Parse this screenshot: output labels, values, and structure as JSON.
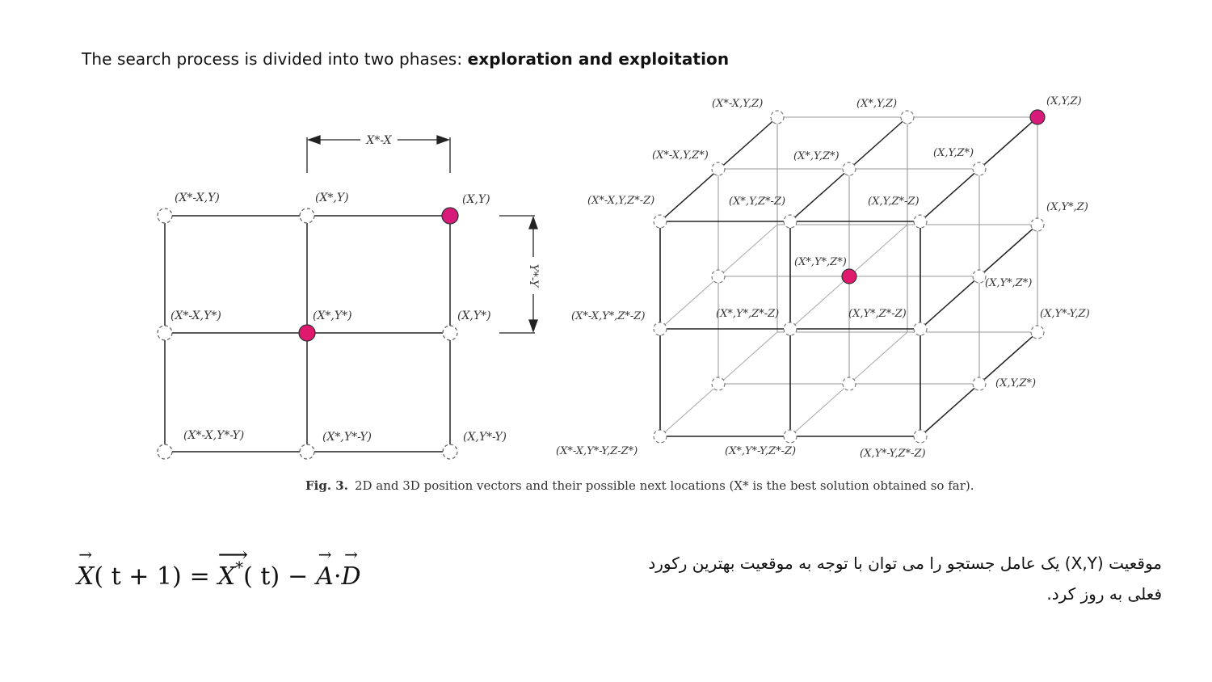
{
  "heading": {
    "normal": "The search process is divided into two phases: ",
    "bold": "exploration and exploitation"
  },
  "figure_2d": {
    "dim_x": "X*-X",
    "dim_y": "Y*-Y",
    "labels": [
      "(X*-X,Y)",
      "(X*,Y)",
      "(X,Y)",
      "(X*-X,Y*)",
      "(X*,Y*)",
      "(X,Y*)",
      "(X*-X,Y*-Y)",
      "(X*,Y*-Y)",
      "(X,Y*-Y)"
    ]
  },
  "figure_3d": {
    "labels": [
      "(X*-X,Y,Z)",
      "(X*,Y,Z)",
      "(X,Y,Z)",
      "(X*-X,Y,Z*)",
      "(X*,Y,Z*)",
      "(X,Y,Z*)",
      "(X*-X,Y,Z*-Z)",
      "(X*,Y,Z*-Z)",
      "(X,Y,Z*-Z)",
      "(X,Y*,Z)",
      "(X*,Y*,Z*)",
      "(X,Y*,Z*)",
      "(X*-X,Y*,Z*-Z)",
      "(X*,Y*,Z*-Z)",
      "(X,Y*,Z*-Z)",
      "(X,Y*-Y,Z)",
      "(X,Y,Z*)",
      "(X*-X,Y*-Y,Z-Z*)",
      "(X*,Y*-Y,Z*-Z)",
      "(X,Y*-Y,Z*-Z)"
    ]
  },
  "caption": {
    "bold": "Fig. 3.",
    "text": "2D and 3D position vectors and their possible next locations (X* is the best solution obtained so far)."
  },
  "formula": {
    "x_var": "X",
    "lhs_args": "( t + 1)",
    "equals": "=",
    "xstar_var": "X",
    "star": "*",
    "rhs_args": "( t)",
    "minus": "−",
    "a_var": "A",
    "dot": "·",
    "d_var": "D"
  },
  "persian_text": "موقعیت (X,Y) یک عامل جستجو را می توان با توجه به موقعیت بهترین رکورد فعلی به روز کرد.",
  "colors": {
    "accent_node": "#d81b7a",
    "line": "#222222"
  }
}
